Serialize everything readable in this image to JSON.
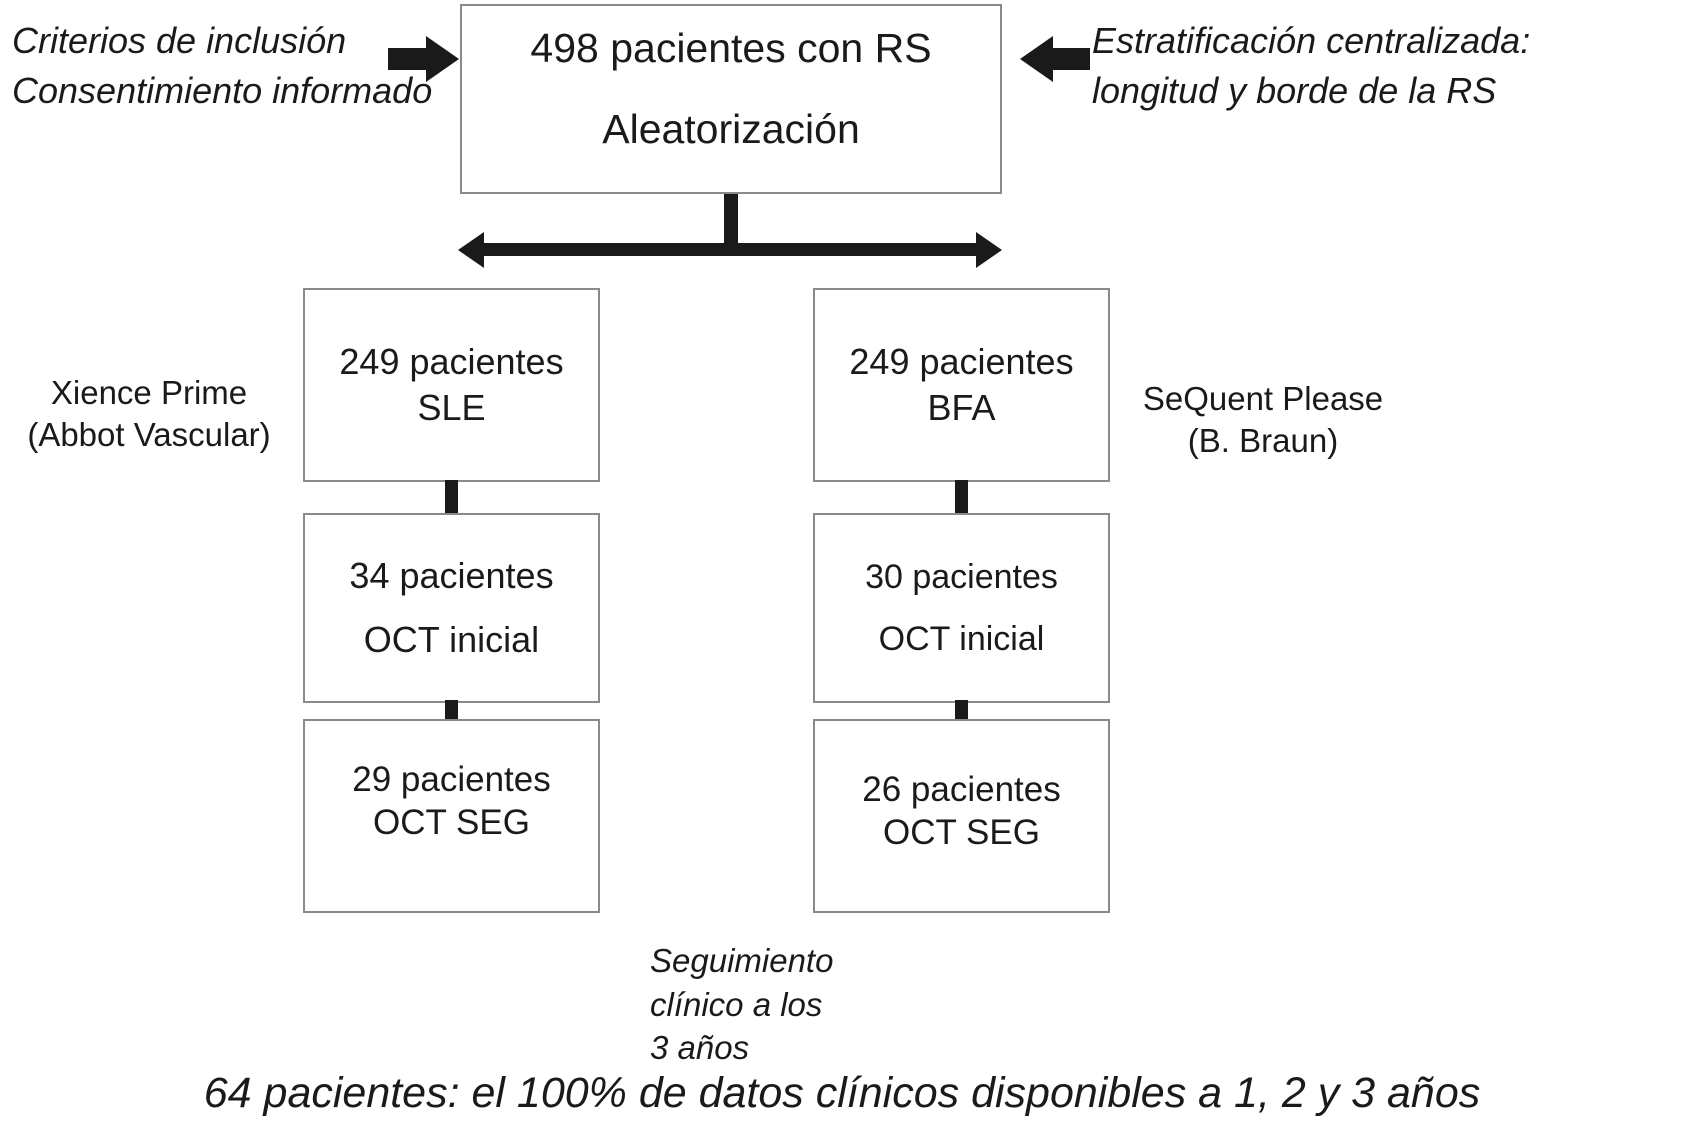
{
  "diagram": {
    "title": "CONSORT-style flow diagram of a randomized trial",
    "root": {
      "line1": "498 pacientes con RS",
      "line2": "Aleatorización"
    },
    "annotations": {
      "left": {
        "line1": "Criterios de inclusión",
        "line2": "Consentimiento informado",
        "arrow": "arrow-right"
      },
      "right": {
        "line1": "Estratificación centralizada:",
        "line2": "longitud y borde de la RS",
        "arrow": "arrow-left"
      }
    },
    "arms": [
      {
        "side": "left",
        "device_label": {
          "line1": "Xience Prime",
          "line2": "(Abbot Vascular)"
        },
        "boxes": [
          {
            "line1": "249 pacientes",
            "line2": "SLE"
          },
          {
            "line1": "34 pacientes",
            "line2": "OCT inicial"
          },
          {
            "line1": "29 pacientes",
            "line2": "OCT SEG"
          }
        ]
      },
      {
        "side": "right",
        "device_label": {
          "line1": "SeQuent Please",
          "line2": "(B. Braun)"
        },
        "boxes": [
          {
            "line1": "249 pacientes",
            "line2": "BFA"
          },
          {
            "line1": "30 pacientes",
            "line2": "OCT inicial"
          },
          {
            "line1": "26 pacientes",
            "line2": "OCT SEG"
          }
        ]
      }
    ],
    "followup_note": {
      "line1": "Seguimiento",
      "line2": "clínico a los",
      "line3": "3 años"
    },
    "caption": "64 pacientes: el 100% de datos clínicos disponibles a 1, 2 y 3 años",
    "colors": {
      "background": "#ffffff",
      "box_border": "#8a8a8a",
      "text": "#1a1a1a",
      "connector": "#1a1a1a"
    }
  }
}
